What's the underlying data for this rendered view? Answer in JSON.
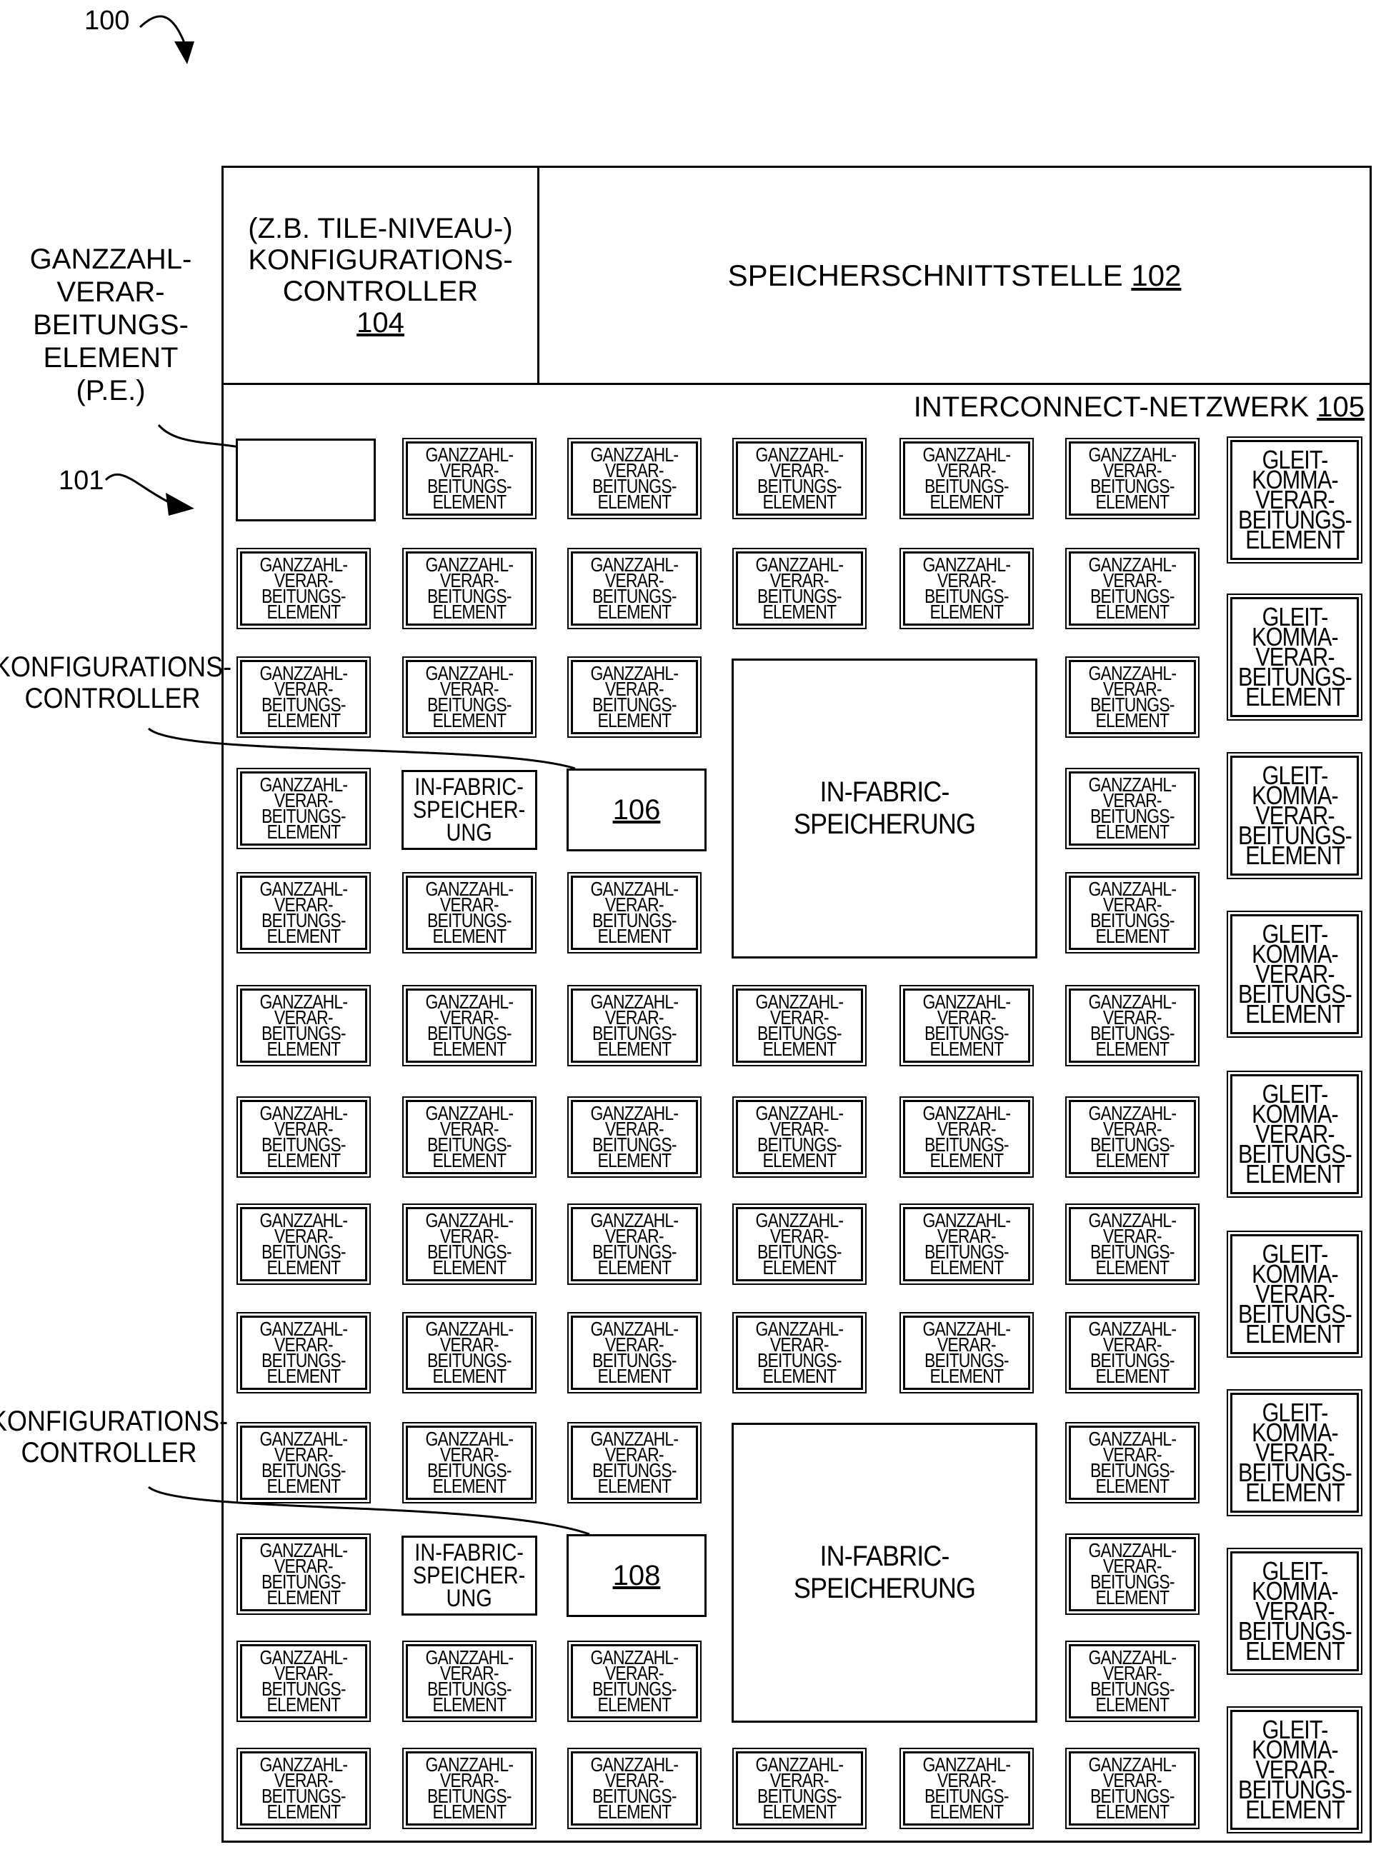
{
  "ref_100": "100",
  "ref_101": "101",
  "config_controller_tile": {
    "lines": [
      "(Z.B. TILE-NIVEAU-)",
      "KONFIGURATIONS-",
      "CONTROLLER"
    ],
    "ref": "104"
  },
  "memory_interface": {
    "label": "SPEICHERSCHNITTSTELLE",
    "ref": "102"
  },
  "interconnect": {
    "label": "INTERCONNECT-NETZWERK",
    "ref": "105"
  },
  "callout_int_pe": [
    "GANZZAHL-",
    "VERAR-",
    "BEITUNGS-",
    "ELEMENT",
    "(P.E.)"
  ],
  "callout_config_1": [
    "KONFIGURATIONS-",
    "CONTROLLER"
  ],
  "callout_config_2": [
    "KONFIGURATIONS-",
    "CONTROLLER"
  ],
  "int_pe_lines": [
    "GANZZAHL-",
    "VERAR-",
    "BEITUNGS-",
    "ELEMENT"
  ],
  "fp_pe_lines": [
    "GLEIT-",
    "KOMMA-",
    "VERAR-",
    "BEITUNGS-",
    "ELEMENT"
  ],
  "in_fabric_small_lines": [
    "IN-FABRIC-",
    "SPEICHER-",
    "UNG"
  ],
  "in_fabric_large_label": "IN-FABRIC-SPEICHERUNG",
  "config_ref_106": "106",
  "config_ref_108": "108"
}
